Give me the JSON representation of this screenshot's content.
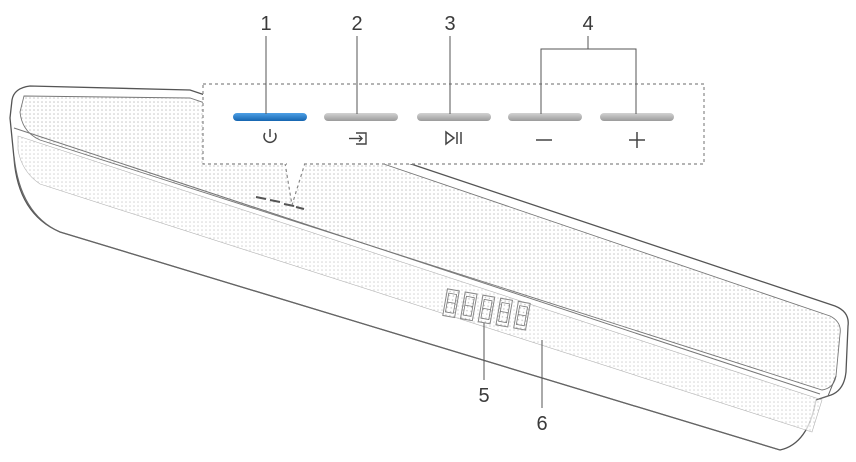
{
  "diagram": {
    "callouts": [
      "1",
      "2",
      "3",
      "4",
      "5",
      "6"
    ],
    "buttons": [
      {
        "name": "power",
        "icon": "power-icon",
        "color": "#1f78c8"
      },
      {
        "name": "source",
        "icon": "source-input-icon",
        "color": "#b5b5b5"
      },
      {
        "name": "play-pause",
        "icon": "play-pause-icon",
        "color": "#b5b5b5"
      },
      {
        "name": "volume-down",
        "icon": "minus-icon",
        "color": "#b5b5b5"
      },
      {
        "name": "volume-up",
        "icon": "plus-icon",
        "color": "#b5b5b5"
      }
    ]
  }
}
